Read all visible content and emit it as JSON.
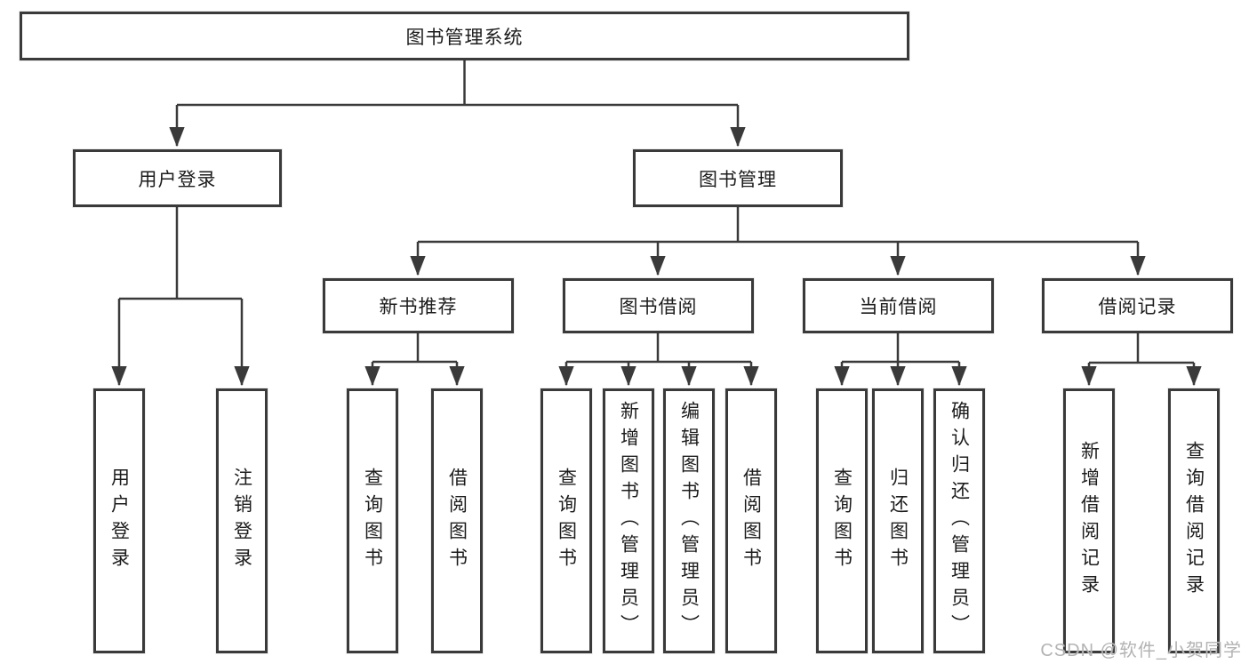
{
  "tree": {
    "root": {
      "label": "图书管理系统",
      "children": [
        {
          "label": "用户登录",
          "children": [
            {
              "label": "用户登录"
            },
            {
              "label": "注销登录"
            }
          ]
        },
        {
          "label": "图书管理",
          "children": [
            {
              "label": "新书推荐",
              "children": [
                {
                  "label": "查询图书"
                },
                {
                  "label": "借阅图书"
                }
              ]
            },
            {
              "label": "图书借阅",
              "children": [
                {
                  "label": "查询图书"
                },
                {
                  "label": "新增图书（管理员）"
                },
                {
                  "label": "编辑图书（管理员）"
                },
                {
                  "label": "借阅图书"
                }
              ]
            },
            {
              "label": "当前借阅",
              "children": [
                {
                  "label": "查询图书"
                },
                {
                  "label": "归还图书"
                },
                {
                  "label": "确认归还（管理员）"
                }
              ]
            },
            {
              "label": "借阅记录",
              "children": [
                {
                  "label": "新增借阅记录"
                },
                {
                  "label": "查询借阅记录"
                }
              ]
            }
          ]
        }
      ]
    }
  },
  "watermark": "CSDN @软件_小贺同学",
  "colors": {
    "line": "#3a3a3a",
    "box_border": "#3a3a3a",
    "text": "#1c1c1c",
    "watermark": "#b3b3b3",
    "background": "#ffffff"
  }
}
